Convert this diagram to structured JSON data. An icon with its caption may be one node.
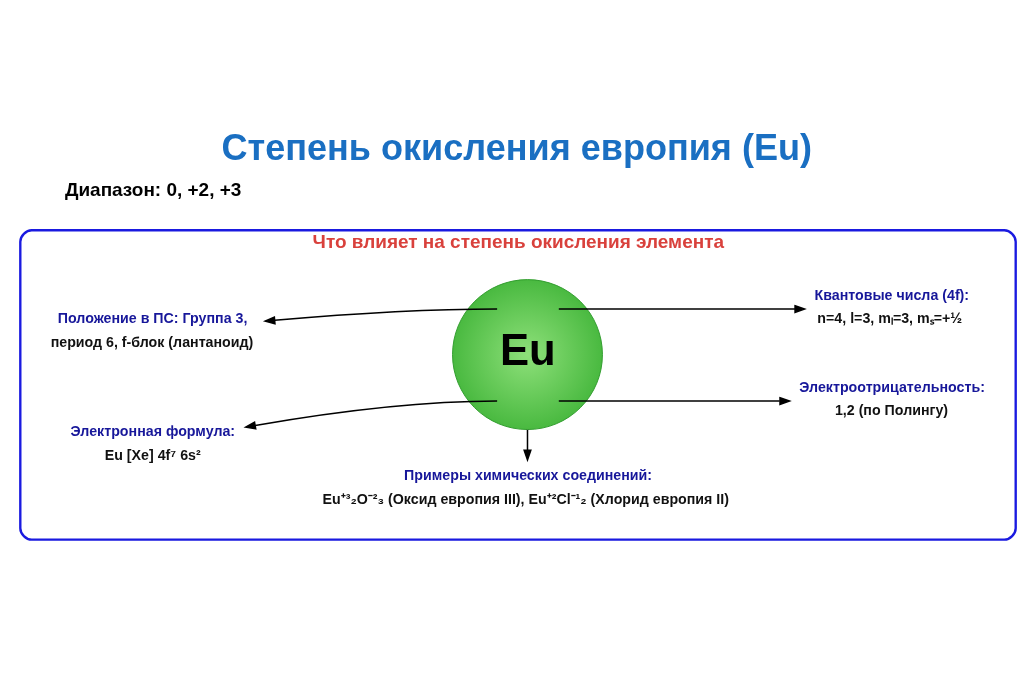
{
  "diagram": {
    "title": "Степень окисления европия (Eu)",
    "nodes": [
      {
        "text": [
          "Что влияет на степень окисления элемента"
        ]
      },
      {
        "text": [
          "Положение в ПС: Группа 3,",
          "период 6, f-блок (лантаноид)"
        ],
        "in": 0
      },
      {
        "text": [
          "Квантовые числа (4f):",
          "n=4, l=3, mₗ=3, mₛ=+½"
        ],
        "in": 0
      },
      {
        "text": [
          "Eu"
        ],
        "in": 0
      },
      {
        "text": [
          "Электронная формула:",
          "Eu [Xe] 4f⁷ 6s²"
        ],
        "in": 0
      },
      {
        "text": [
          "Электроотрицательность:",
          "1,2 (по Полингу)"
        ],
        "in": 0
      },
      {
        "text": [
          "Примеры химических соединений:",
          "Eu⁺³₂O⁻²₃ (Оксид европия III), Eu⁺²Cl⁻¹₂ (Хлорид европия II)"
        ],
        "in": 0
      }
    ],
    "edges": [
      {
        "from": 3,
        "to": 1,
        "arrow": "to"
      },
      {
        "from": 3,
        "to": 2,
        "arrow": "to"
      },
      {
        "from": 3,
        "to": 4,
        "arrow": "to"
      },
      {
        "from": 3,
        "to": 5,
        "arrow": "to"
      },
      {
        "from": 3,
        "to": 6,
        "arrow": "to"
      }
    ],
    "labels": [
      "Диапазон: 0, +2, +3"
    ]
  }
}
